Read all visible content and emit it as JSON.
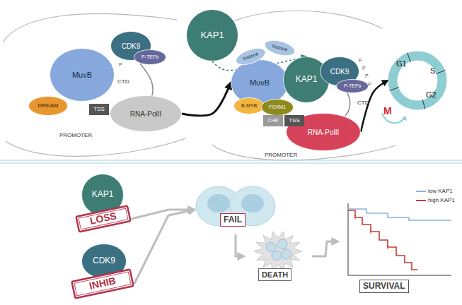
{
  "diagram": {
    "nodes": [
      {
        "text": [
          "KAP1"
        ]
      },
      {
        "text": [
          "MuvB"
        ]
      },
      {
        "text": [
          "DREAM"
        ]
      },
      {
        "text": [
          "CDK9"
        ]
      },
      {
        "text": [
          "P-TEFb"
        ]
      },
      {
        "text": [
          "TSS"
        ]
      },
      {
        "text": [
          "RNA-PolII"
        ]
      },
      {
        "text": [
          "histone"
        ]
      },
      {
        "text": [
          "histone"
        ]
      },
      {
        "text": [
          "MuvB"
        ]
      },
      {
        "text": [
          "KAP1"
        ]
      },
      {
        "text": [
          "CDK9"
        ]
      },
      {
        "text": [
          "P-TEFb"
        ]
      },
      {
        "text": [
          "B-MYB"
        ]
      },
      {
        "text": [
          "FOXM1"
        ]
      },
      {
        "text": [
          "CHR"
        ]
      },
      {
        "text": [
          "TSS"
        ]
      },
      {
        "text": [
          "RNA-PolII"
        ]
      },
      {
        "text": [
          "G1",
          "S",
          "G2",
          "M"
        ]
      },
      {
        "text": [
          "KAP1"
        ]
      },
      {
        "text": [
          "LOSS"
        ]
      },
      {
        "text": [
          "CDK9"
        ]
      },
      {
        "text": [
          "INHIB"
        ]
      },
      {
        "text": [
          "FAIL"
        ]
      },
      {
        "text": [
          "DEATH"
        ]
      },
      {
        "text": [
          "SURVIVAL"
        ]
      }
    ],
    "edges": [
      {
        "from": 0,
        "to": 10,
        "arrow": "to"
      },
      {
        "from": 6,
        "to": 9,
        "arrow": "to"
      },
      {
        "from": 17,
        "to": 18,
        "arrow": "to"
      },
      {
        "from": 20,
        "to": 23,
        "arrow": "to"
      },
      {
        "from": 22,
        "to": 23,
        "arrow": "to"
      },
      {
        "from": 23,
        "to": 24,
        "arrow": "to"
      },
      {
        "from": 24,
        "to": 25,
        "arrow": "to"
      }
    ],
    "labels": [
      "P",
      "CTD",
      "PROMOTER",
      "P",
      "P",
      "P",
      "P",
      "CTD",
      "PROMOTER"
    ],
    "legend": [
      {
        "text": "low KAP1"
      },
      {
        "text": "high KAP1"
      }
    ]
  }
}
